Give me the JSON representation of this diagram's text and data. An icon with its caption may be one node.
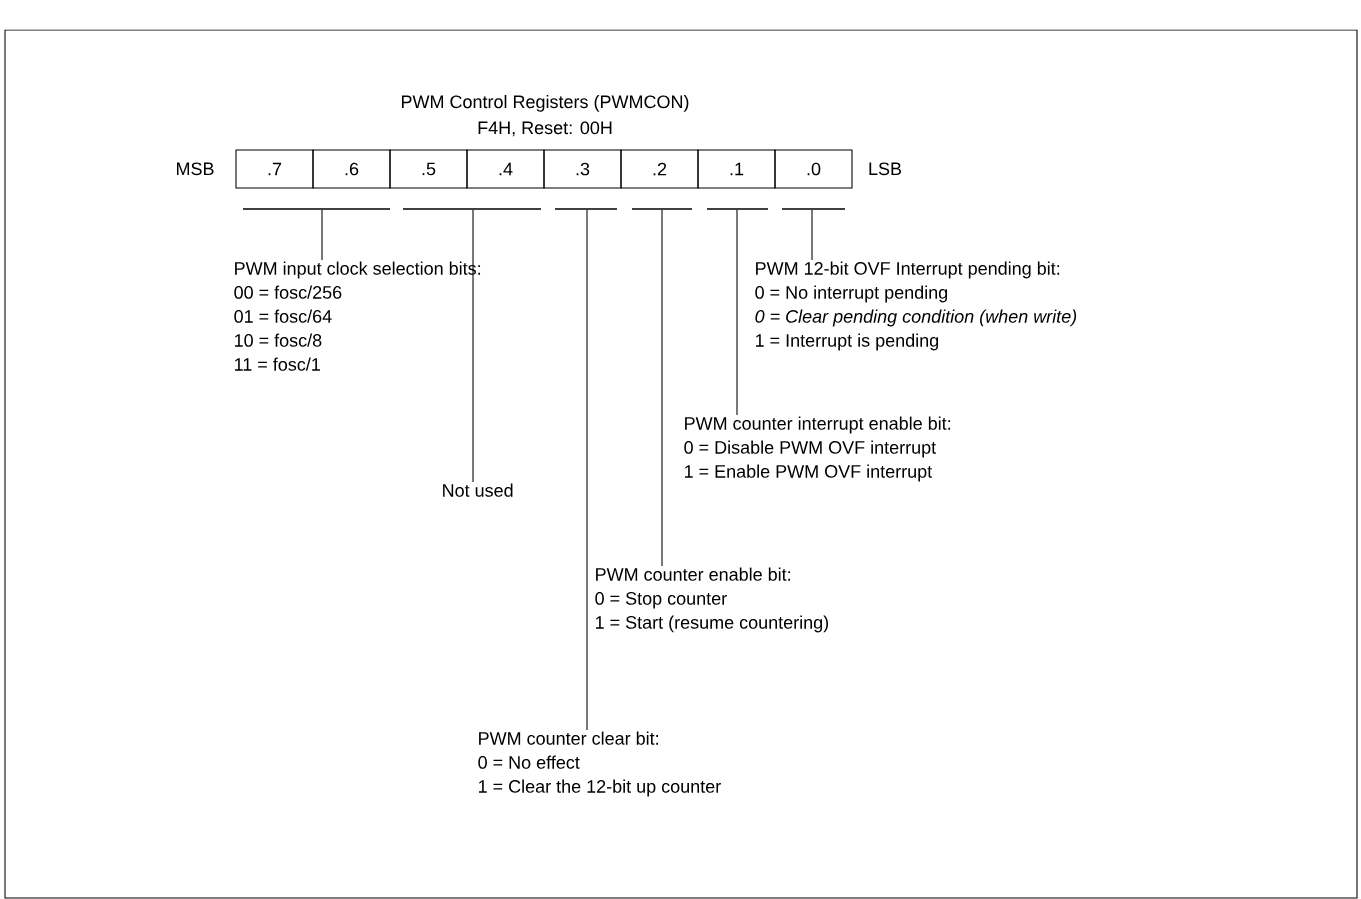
{
  "diagram": {
    "title": "PWM Control Registers (PWMCON)",
    "nodes": [
      {
        "text": [
          ".7"
        ]
      },
      {
        "text": [
          ".6"
        ]
      },
      {
        "text": [
          ".5"
        ]
      },
      {
        "text": [
          ".4"
        ]
      },
      {
        "text": [
          ".3"
        ]
      },
      {
        "text": [
          ".2"
        ]
      },
      {
        "text": [
          ".1"
        ]
      },
      {
        "text": [
          ".0"
        ]
      },
      {
        "text": [],
        "shape": "bar"
      },
      {
        "text": [],
        "shape": "bar"
      },
      {
        "text": [],
        "shape": "bar"
      },
      {
        "text": [],
        "shape": "bar"
      },
      {
        "text": [],
        "shape": "bar"
      },
      {
        "text": [],
        "shape": "bar"
      },
      {
        "text": [
          "PWM input clock selection bits:",
          "00 = fosc/256",
          "01 = fosc/64",
          "10 = fosc/8",
          "11 = fosc/1"
        ]
      },
      {
        "text": [
          "Not used"
        ]
      },
      {
        "text": [
          "PWM counter clear bit:",
          "0 = No effect",
          "1 = Clear the 12-bit up counter"
        ]
      },
      {
        "text": [
          "PWM counter enable bit:",
          "0 = Stop counter",
          "1 = Start (resume countering)"
        ]
      },
      {
        "text": [
          "PWM counter interrupt enable bit:",
          "0 = Disable PWM OVF interrupt",
          "1 = Enable PWM OVF interrupt"
        ]
      },
      {
        "text": [
          "PWM 12-bit OVF Interrupt pending bit:",
          "0 = No interrupt pending",
          "*0 = Clear pending condition (when write)*",
          "1 = Interrupt is pending"
        ]
      }
    ],
    "edges": [
      {
        "from": 14,
        "to": 8,
        "arrow": "none"
      },
      {
        "from": 15,
        "to": 9,
        "arrow": "none"
      },
      {
        "from": 16,
        "to": 10,
        "arrow": "none"
      },
      {
        "from": 17,
        "to": 11,
        "arrow": "none"
      },
      {
        "from": 18,
        "to": 12,
        "arrow": "none"
      },
      {
        "from": 19,
        "to": 13,
        "arrow": "none"
      }
    ],
    "labels": [
      "F4H, Reset: 00H",
      "MSB",
      "LSB"
    ]
  }
}
